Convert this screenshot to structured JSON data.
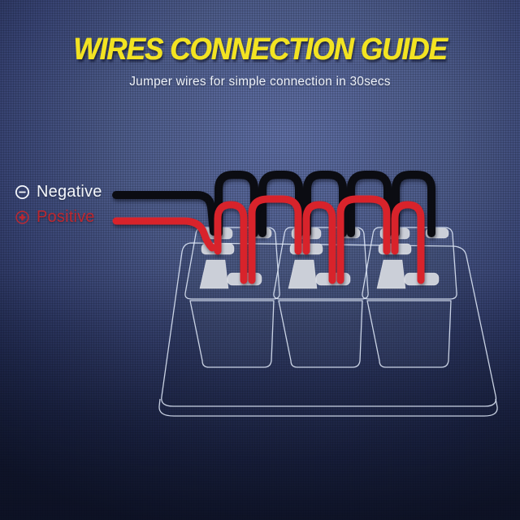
{
  "header": {
    "title": "WIRES CONNECTION GUIDE",
    "subtitle": "Jumper wires for simple connection in 30secs"
  },
  "legend": [
    {
      "id": "negative",
      "label": "Negative",
      "icon": "circle-minus-icon",
      "wire": "black"
    },
    {
      "id": "positive",
      "label": "Positive",
      "icon": "circle-plus-icon",
      "wire": "red"
    }
  ],
  "diagram": {
    "description": "3-gang rocker switch panel wired with daisy-chain jumper wires",
    "switch_count": 3,
    "negative_wire": {
      "color_name": "black",
      "jumper_loops": 5
    },
    "positive_wire": {
      "color_name": "red",
      "jumper_loops": 5
    }
  },
  "colors": {
    "bg_bright": "#6474ab",
    "bg_dark": "#151c38",
    "title_yellow": "#f2e322",
    "negative_wire": "#0b0c12",
    "positive_wire": "#d8232b",
    "positive_label": "#bd2830",
    "pad_gray": "#cbcfd8"
  }
}
